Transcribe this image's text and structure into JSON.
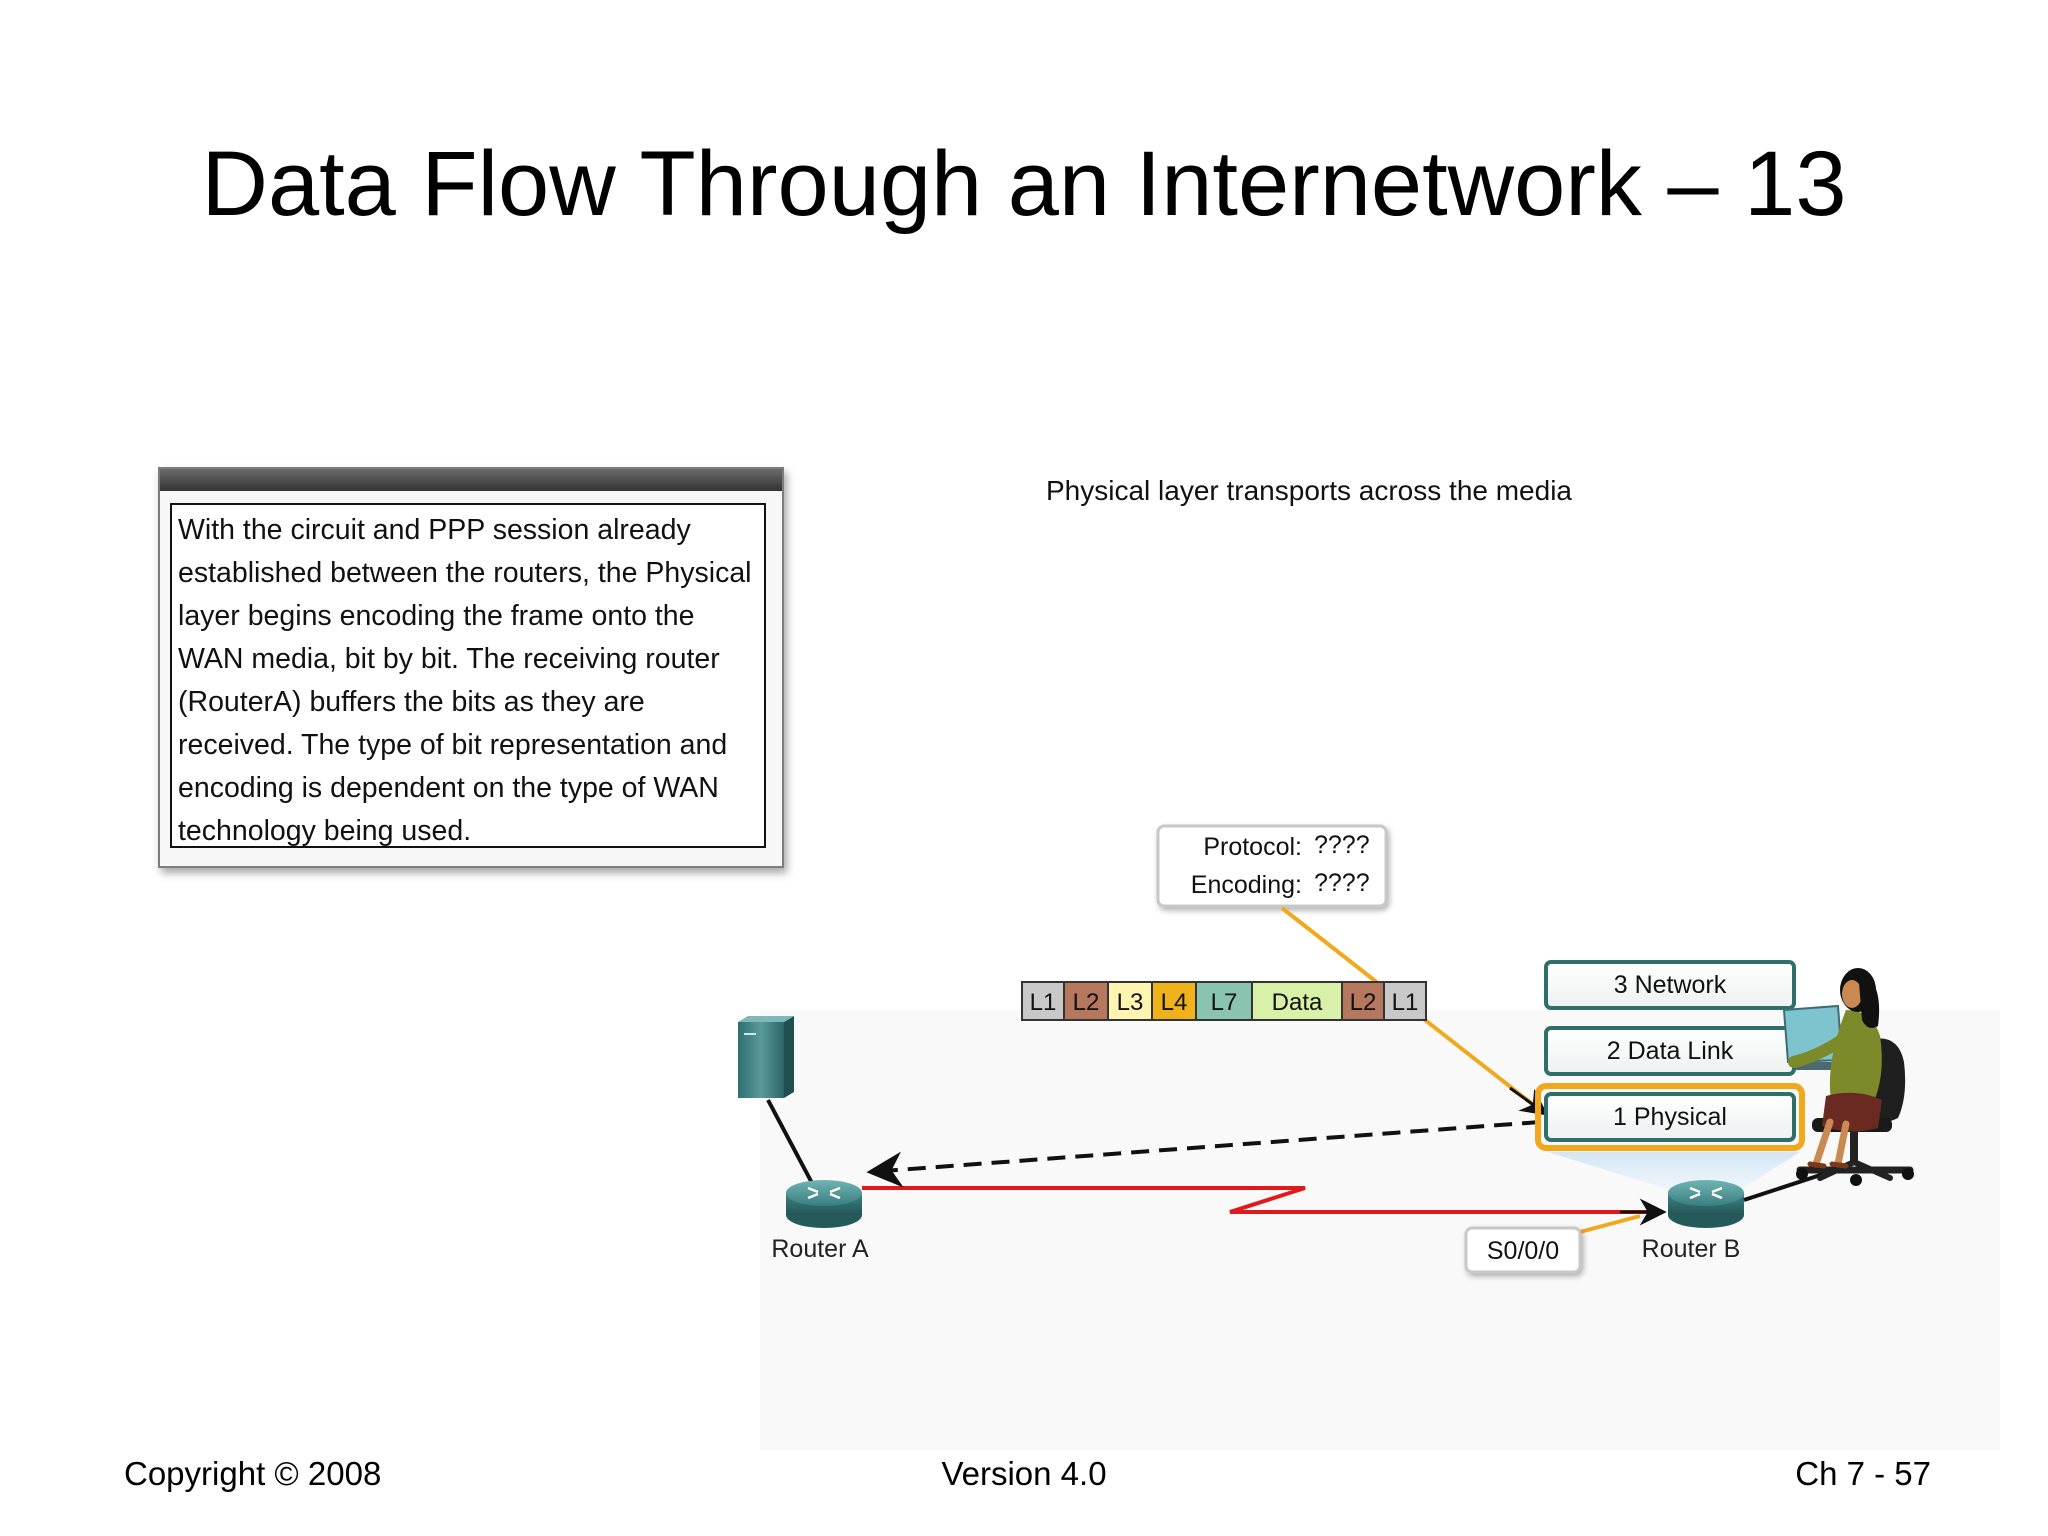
{
  "slide": {
    "title": "Data Flow Through an Internetwork – 13",
    "description": "With the circuit and PPP session already established between the routers, the Physical layer begins encoding the frame onto the WAN media, bit by bit. The receiving router (RouterA) buffers the bits as they are received. The type of bit representation and encoding is dependent on the type of WAN technology being used.",
    "caption": "Physical layer transports across the media"
  },
  "diagram": {
    "info_box": {
      "protocol_label": "Protocol:",
      "protocol_value": "????",
      "encoding_label": "Encoding:",
      "encoding_value": "????"
    },
    "frame_segments": [
      {
        "label": "L1",
        "color": "#c8c8c8"
      },
      {
        "label": "L2",
        "color": "#b5775e"
      },
      {
        "label": "L3",
        "color": "#fff5b0"
      },
      {
        "label": "L4",
        "color": "#f0b21a"
      },
      {
        "label": "L7",
        "color": "#88c4b0"
      },
      {
        "label": "Data",
        "color": "#d9f0a8"
      },
      {
        "label": "L2",
        "color": "#b5775e"
      },
      {
        "label": "L1",
        "color": "#c8c8c8"
      }
    ],
    "layers": [
      {
        "label": "3 Network",
        "active": false
      },
      {
        "label": "2 Data Link",
        "active": false
      },
      {
        "label": "1 Physical",
        "active": true
      }
    ],
    "router_a_label": "Router A",
    "router_b_label": "Router B",
    "interface_label": "S0/0/0",
    "colors": {
      "wan_link": "#e0191c",
      "highlight": "#f2a81d",
      "router": "#3f8a8a"
    }
  },
  "footer": {
    "copyright": "Copyright © 2008",
    "version": "Version 4.0",
    "page": "Ch 7 - 57"
  }
}
